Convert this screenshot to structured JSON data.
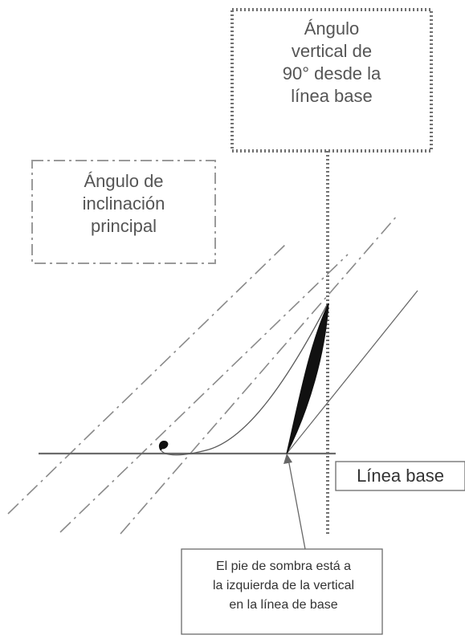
{
  "labels": {
    "vertical_angle": [
      "Ángulo",
      "vertical de",
      "90° desde la",
      "línea base"
    ],
    "slant_angle": [
      "Ángulo de",
      "inclinación",
      "principal"
    ],
    "baseline": "Línea base",
    "note": [
      "El pie de sombra está a",
      "la izquierda de la vertical",
      "en la línea de base"
    ]
  },
  "colors": {
    "text": "#555555",
    "line": "#6b6b6b",
    "dotted": "#707070",
    "stroke_fill": "#111111"
  }
}
